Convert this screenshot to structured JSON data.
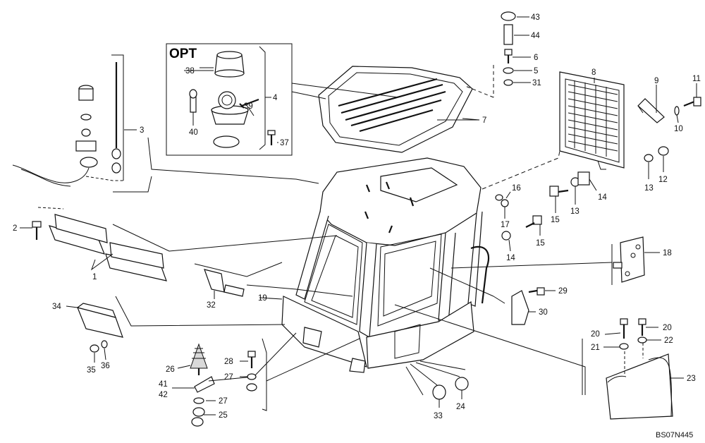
{
  "drawing": {
    "option_box_title": "OPT",
    "drawing_code": "BS07N445"
  },
  "labels": [
    {
      "id": "p43",
      "text": "43"
    },
    {
      "id": "p44",
      "text": "44"
    },
    {
      "id": "p6",
      "text": "6"
    },
    {
      "id": "p5",
      "text": "5"
    },
    {
      "id": "p31",
      "text": "31"
    },
    {
      "id": "p38",
      "text": "38"
    },
    {
      "id": "p4",
      "text": "4"
    },
    {
      "id": "p39",
      "text": "39"
    },
    {
      "id": "p40",
      "text": "40"
    },
    {
      "id": "p37",
      "text": "37"
    },
    {
      "id": "p7",
      "text": "7"
    },
    {
      "id": "p8",
      "text": "8"
    },
    {
      "id": "p9",
      "text": "9"
    },
    {
      "id": "p11",
      "text": "11"
    },
    {
      "id": "p10",
      "text": "10"
    },
    {
      "id": "p12",
      "text": "12"
    },
    {
      "id": "p13a",
      "text": "13"
    },
    {
      "id": "p3",
      "text": "3"
    },
    {
      "id": "p16",
      "text": "16"
    },
    {
      "id": "p17",
      "text": "17"
    },
    {
      "id": "p15a",
      "text": "15"
    },
    {
      "id": "p13b",
      "text": "13"
    },
    {
      "id": "p14a",
      "text": "14"
    },
    {
      "id": "p15b",
      "text": "15"
    },
    {
      "id": "p14b",
      "text": "14"
    },
    {
      "id": "p2",
      "text": "2"
    },
    {
      "id": "p1",
      "text": "1"
    },
    {
      "id": "p18",
      "text": "18"
    },
    {
      "id": "p32",
      "text": "32"
    },
    {
      "id": "p19",
      "text": "19"
    },
    {
      "id": "p29",
      "text": "29"
    },
    {
      "id": "p30",
      "text": "30"
    },
    {
      "id": "p34",
      "text": "34"
    },
    {
      "id": "p35",
      "text": "35"
    },
    {
      "id": "p36",
      "text": "36"
    },
    {
      "id": "p20a",
      "text": "20"
    },
    {
      "id": "p20b",
      "text": "20"
    },
    {
      "id": "p21",
      "text": "21"
    },
    {
      "id": "p22",
      "text": "22"
    },
    {
      "id": "p23",
      "text": "23"
    },
    {
      "id": "p26",
      "text": "26"
    },
    {
      "id": "p28",
      "text": "28"
    },
    {
      "id": "p27a",
      "text": "27"
    },
    {
      "id": "p41",
      "text": "41"
    },
    {
      "id": "p42",
      "text": "42"
    },
    {
      "id": "p27b",
      "text": "27"
    },
    {
      "id": "p25",
      "text": "25"
    },
    {
      "id": "p33",
      "text": "33"
    },
    {
      "id": "p24",
      "text": "24"
    }
  ]
}
